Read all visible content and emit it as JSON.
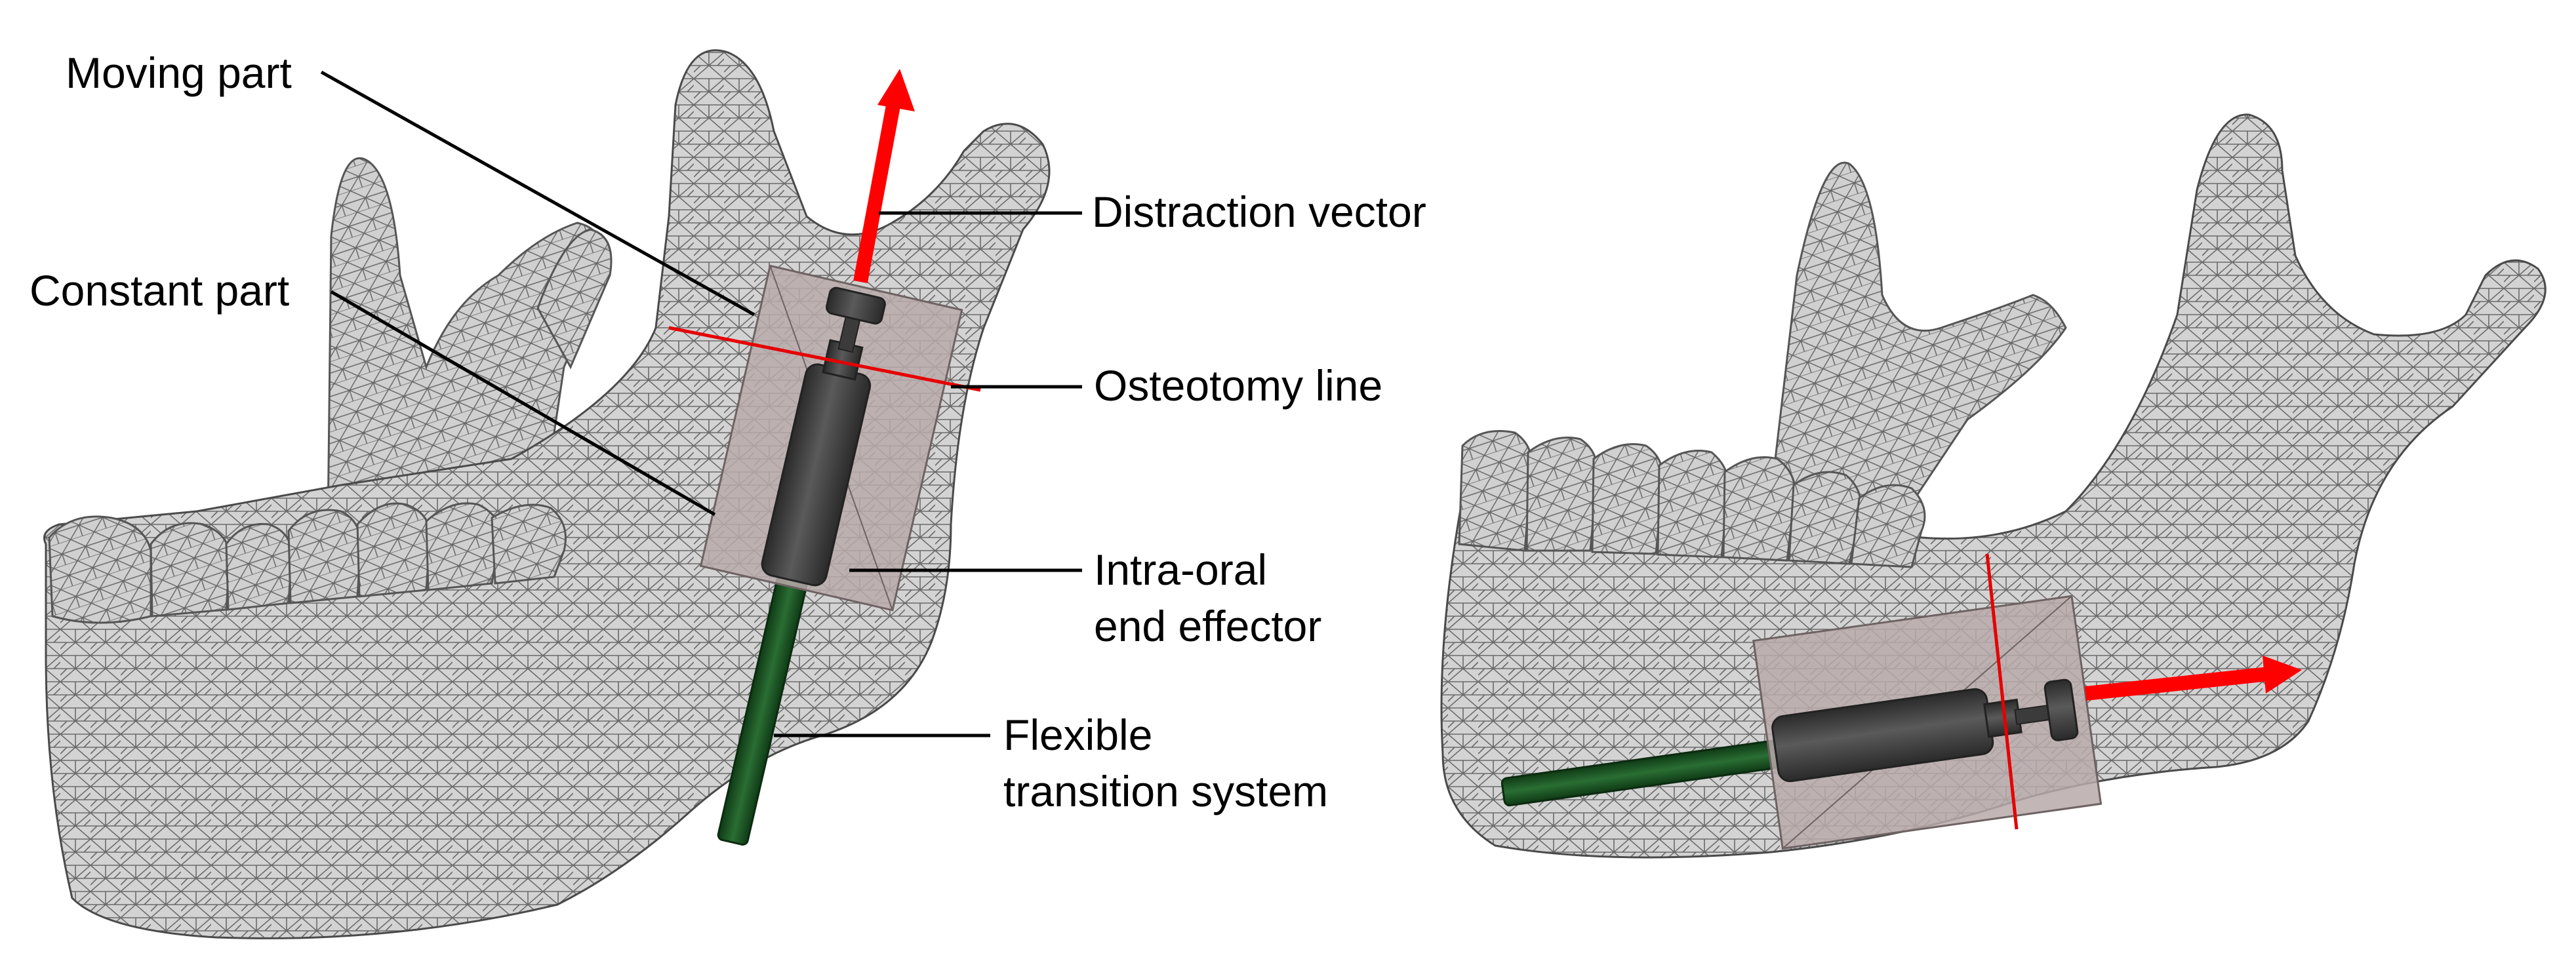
{
  "labels": {
    "moving_part": "Moving part",
    "constant_part": "Constant part",
    "distraction_vector": "Distraction vector",
    "osteotomy_line": "Osteotomy line",
    "end_effector_line1": "Intra-oral",
    "end_effector_line2": "end effector",
    "transition_line1": "Flexible",
    "transition_line2": "transition system"
  },
  "colors": {
    "bone_fill": "#d3d3d3",
    "mesh_line": "#5f5f5f",
    "effector_body": "#b8a9a9",
    "screw": "#3b3b3b",
    "transition_rod": "#1f5a27",
    "vector_arrow": "#ff0000",
    "osteotomy": "#e60000",
    "leader_line": "#000000"
  }
}
